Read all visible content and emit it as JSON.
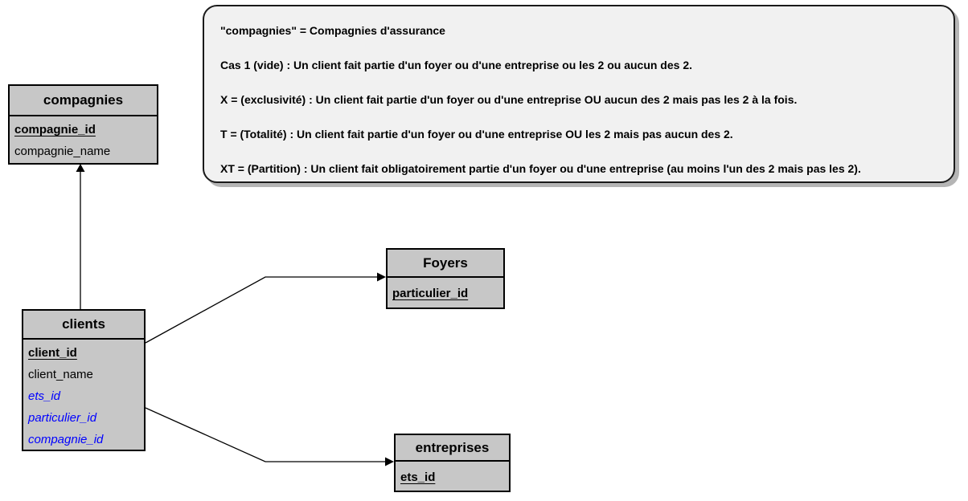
{
  "note": {
    "lines": [
      "\"compagnies\" = Compagnies d'assurance",
      "Cas 1 (vide) : Un client fait partie d'un foyer ou d'une entreprise ou les 2 ou aucun des 2.",
      "X  = (exclusivité) : Un client fait partie d'un foyer ou d'une entreprise  OU aucun des 2 mais pas les 2 à la fois.",
      "T  = (Totalité) : Un client fait partie d'un foyer ou d'une entreprise  OU les 2 mais pas aucun des 2.",
      "XT =  (Partition) : Un client fait obligatoirement partie d'un foyer ou d'une entreprise (au moins l'un des 2 mais pas les 2)."
    ]
  },
  "tables": {
    "compagnies": {
      "title": "compagnies",
      "fields": [
        {
          "name": "compagnie_id",
          "role": "primary-key"
        },
        {
          "name": "compagnie_name",
          "role": "column"
        }
      ]
    },
    "clients": {
      "title": "clients",
      "fields": [
        {
          "name": "client_id",
          "role": "primary-key"
        },
        {
          "name": "client_name",
          "role": "column"
        },
        {
          "name": "ets_id",
          "role": "foreign-key"
        },
        {
          "name": "particulier_id",
          "role": "foreign-key"
        },
        {
          "name": "compagnie_id",
          "role": "foreign-key"
        }
      ]
    },
    "foyers": {
      "title": "Foyers",
      "fields": [
        {
          "name": "particulier_id",
          "role": "primary-key"
        }
      ]
    },
    "entreprises": {
      "title": "entreprises",
      "fields": [
        {
          "name": "ets_id",
          "role": "primary-key"
        }
      ]
    }
  },
  "connectors": [
    {
      "name": "clients-to-compagnies",
      "from": "clients",
      "to": "compagnies"
    },
    {
      "name": "clients-to-foyers",
      "from": "clients",
      "to": "foyers"
    },
    {
      "name": "clients-to-entreprises",
      "from": "clients",
      "to": "entreprises"
    }
  ],
  "colors": {
    "table_fill": "#c7c7c7",
    "table_border": "#000000",
    "note_fill": "#f1f1f1",
    "note_shadow": "#b5b5b5",
    "foreign_key_text": "#0000ff",
    "text": "#000000"
  }
}
